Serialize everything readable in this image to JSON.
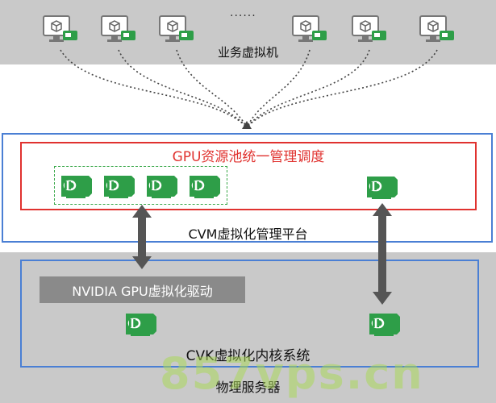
{
  "vm_layer": {
    "label": "业务虚拟机",
    "ellipsis": "......"
  },
  "cvm": {
    "pool_title": "GPU资源池统一管理调度",
    "platform_label": "CVM虚拟化管理平台"
  },
  "cvk": {
    "driver_label": "NVIDIA GPU虚拟化驱动",
    "kernel_label": "CVK虚拟化内核系统"
  },
  "physical_server_label": "物理服务器",
  "watermark": "857vps.cn",
  "colors": {
    "band_gray": "#c9c9c9",
    "frame_blue": "#4a7fd4",
    "pool_red": "#e0322f",
    "gpu_green": "#2e9e48",
    "arrow_gray": "#555555",
    "driver_gray": "#8a8a8a"
  },
  "icons": {
    "vm": "monitor-with-cube-icon",
    "gpu_badge": "gpu-card-icon"
  }
}
